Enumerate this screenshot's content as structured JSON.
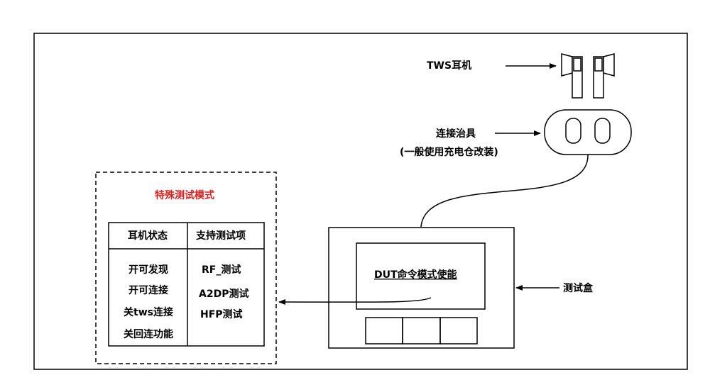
{
  "labels": {
    "tws_earphones": "TWS耳机",
    "jig": "连接治具",
    "jig_note": "(一般使用充电仓改装)",
    "test_box": "测试盒",
    "dut_command": "DUT命令模式使能"
  },
  "special_mode": {
    "title": "特殊测试模式",
    "col1_header": "耳机状态",
    "col2_header": "支持测试项",
    "col1_items": [
      "开可发现",
      "开可连接",
      "关tws连接",
      "关回连功能"
    ],
    "col2_items": [
      "RF_测试",
      "A2DP测试",
      "HFP测试"
    ]
  },
  "colors": {
    "line": "#000000",
    "title_red": "#e02020"
  }
}
